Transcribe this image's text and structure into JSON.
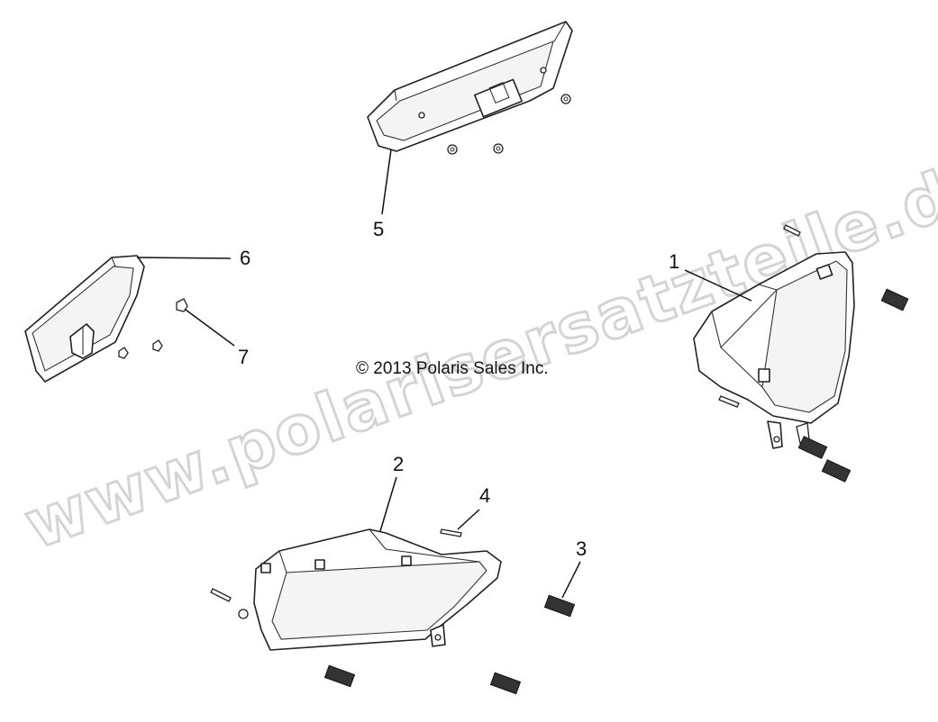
{
  "watermark": "www.polarisersatzteile.de",
  "copyright": "© 2013 Polaris Sales Inc.",
  "callouts": [
    {
      "id": "1",
      "label": "1"
    },
    {
      "id": "2",
      "label": "2"
    },
    {
      "id": "3",
      "label": "3"
    },
    {
      "id": "4",
      "label": "4"
    },
    {
      "id": "5",
      "label": "5"
    },
    {
      "id": "6",
      "label": "6"
    },
    {
      "id": "7",
      "label": "7"
    }
  ]
}
